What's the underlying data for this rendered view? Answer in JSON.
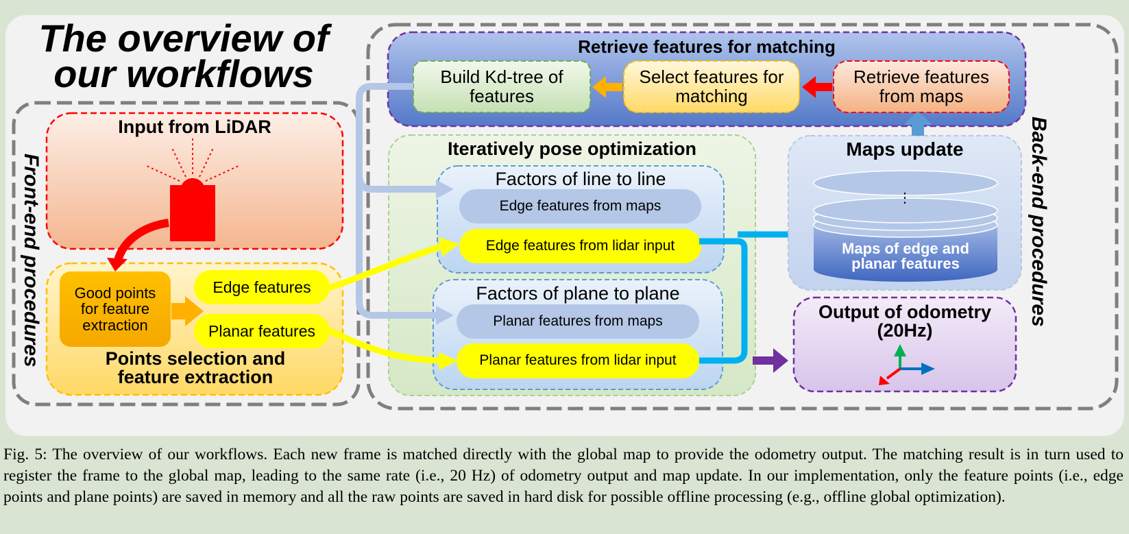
{
  "title": "The overview of our workflows",
  "front_end": {
    "label": "Front-end procedures",
    "input_lidar": "Input from LiDAR",
    "good_points": "Good points for feature extraction",
    "edge_features": "Edge features",
    "planar_features": "Planar features",
    "selection_title": "Points selection and feature extraction"
  },
  "back_end": {
    "label": "Back-end procedures",
    "retrieve": {
      "title": "Retrieve features for matching",
      "build_kdtree": "Build Kd-tree of features",
      "select_features": "Select features for matching",
      "retrieve_maps": "Retrieve features from maps"
    },
    "optimization": {
      "title": "Iteratively pose optimization",
      "line_factor": {
        "title": "Factors of line to line",
        "from_maps": "Edge features from maps",
        "from_lidar": "Edge features from lidar input"
      },
      "plane_factor": {
        "title": "Factors of plane to plane",
        "from_maps": "Planar features from maps",
        "from_lidar": "Planar features from lidar input"
      }
    },
    "maps_update": {
      "title": "Maps update",
      "ellipsis": "⋮",
      "stack_label": "Maps of edge and planar features"
    },
    "odometry": {
      "title": "Output of odometry (20Hz)"
    }
  },
  "caption": "Fig. 5: The overview of our workflows. Each new frame is matched directly with the global map to provide the odometry output. The matching result is in turn used to register the frame to the global map, leading to the same rate (i.e., 20 Hz) of odometry output and map update. In our implementation, only the feature points (i.e., edge points and plane points) are saved in memory and all the raw points are saved in hard disk for possible offline processing (e.g., offline global optimization).",
  "colors": {
    "red": "#ff0000",
    "yellow": "#ffff00",
    "orange": "#ffb000",
    "blue_arrow": "#00b0f0",
    "light_blue_arrow": "#b4c7e7",
    "purple": "#7030a0",
    "green": "#00b050",
    "blue": "#0070c0"
  }
}
